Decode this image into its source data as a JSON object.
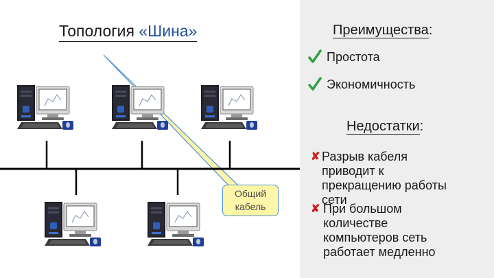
{
  "title": {
    "text": "Топология",
    "quoted": "«Шина»"
  },
  "advantages": {
    "heading": "Преимущества",
    "colon": ":",
    "items": [
      "Простота",
      "Экономичность"
    ]
  },
  "disadvantages": {
    "heading": "Недостатки",
    "colon": ":",
    "items": [
      [
        "Разрыв кабеля",
        "приводит к",
        "прекращению работы",
        "сети"
      ],
      [
        "При большом",
        "количестве",
        "компьютеров сеть",
        "работает медленно"
      ]
    ]
  },
  "callout": {
    "line1": "Общий",
    "line2": "кабель"
  },
  "icons": {
    "advantage_marker": "green-checkmark-icon",
    "disadvantage_marker": "red-x-icon",
    "node": "computer-workstation-icon"
  },
  "colors": {
    "title_accent": "#1f4e9c",
    "check": "#2ea043",
    "cross": "#cc1f1f",
    "callout_fill": "#fdf6a8",
    "callout_border": "#4a90d9",
    "right_panel_bg": "#eeeeee"
  }
}
